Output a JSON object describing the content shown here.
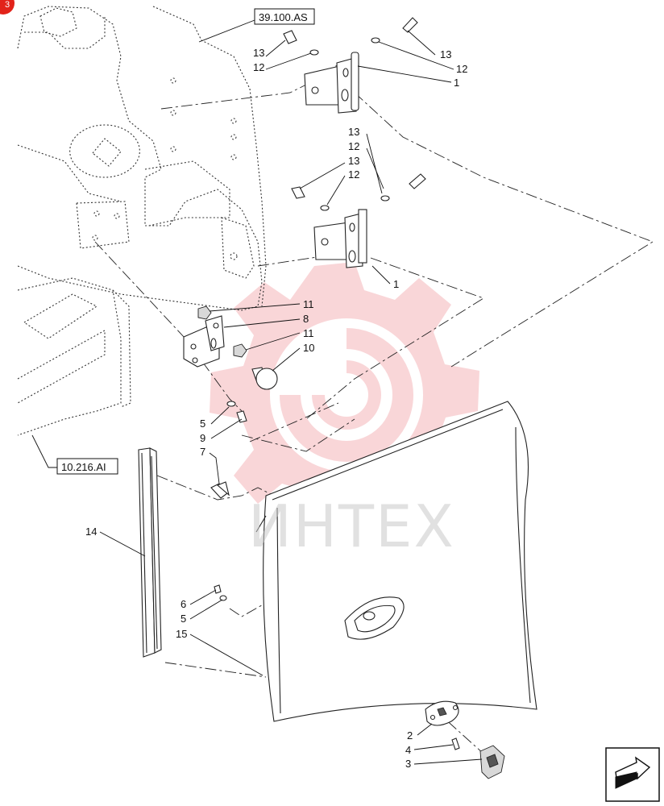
{
  "diagram": {
    "watermark": "ИНТЕХ",
    "corner_badge": "3",
    "reference_boxes": [
      {
        "id": "ref-39",
        "text": "39.100.AS"
      },
      {
        "id": "ref-10",
        "text": "10.216.AI"
      }
    ],
    "callouts": [
      {
        "id": "c13a",
        "text": "13"
      },
      {
        "id": "c12a",
        "text": "12"
      },
      {
        "id": "c13b",
        "text": "13"
      },
      {
        "id": "c12b",
        "text": "12"
      },
      {
        "id": "c1a",
        "text": "1"
      },
      {
        "id": "c13c",
        "text": "13"
      },
      {
        "id": "c12c",
        "text": "12"
      },
      {
        "id": "c13d",
        "text": "13"
      },
      {
        "id": "c12d",
        "text": "12"
      },
      {
        "id": "c1b",
        "text": "1"
      },
      {
        "id": "c11a",
        "text": "11"
      },
      {
        "id": "c8",
        "text": "8"
      },
      {
        "id": "c11b",
        "text": "11"
      },
      {
        "id": "c10",
        "text": "10"
      },
      {
        "id": "c5a",
        "text": "5"
      },
      {
        "id": "c9",
        "text": "9"
      },
      {
        "id": "c7",
        "text": "7"
      },
      {
        "id": "c14",
        "text": "14"
      },
      {
        "id": "c6",
        "text": "6"
      },
      {
        "id": "c5b",
        "text": "5"
      },
      {
        "id": "c15",
        "text": "15"
      },
      {
        "id": "c2",
        "text": "2"
      },
      {
        "id": "c4",
        "text": "4"
      },
      {
        "id": "c3",
        "text": "3"
      }
    ],
    "nav_icon": "arrow-icon",
    "watermark_color": "#f2a6ab"
  }
}
